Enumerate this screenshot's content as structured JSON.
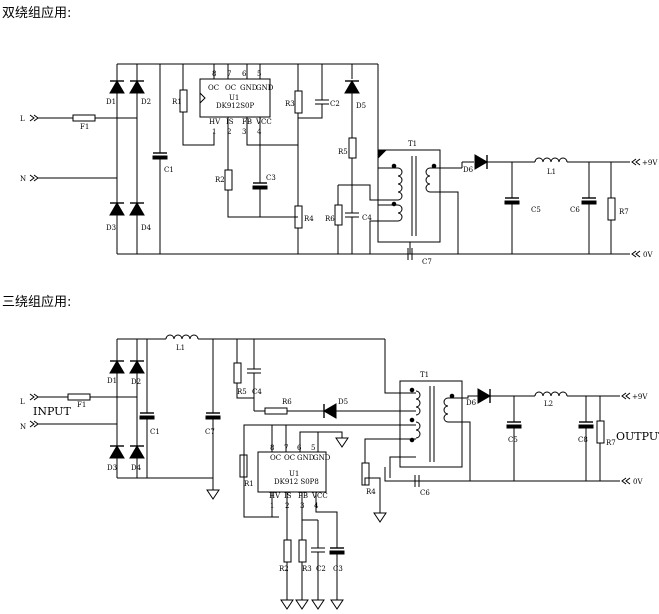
{
  "headings": {
    "double_winding": "双绕组应用:",
    "triple_winding": "三绕组应用:"
  },
  "circuit1": {
    "ports": {
      "l": "L",
      "n": "N",
      "out_pos": "+9V",
      "out_neg": "0V"
    },
    "fuse": "F1",
    "diodes": {
      "d1": "D1",
      "d2": "D2",
      "d3": "D3",
      "d4": "D4",
      "d5": "D5",
      "d6": "D6"
    },
    "caps": {
      "c1": "C1",
      "c2": "C2",
      "c3": "C3",
      "c4": "C4",
      "c5": "C5",
      "c6": "C6",
      "c7": "C7"
    },
    "resistors": {
      "r1": "R1",
      "r2": "R2",
      "r3": "R3",
      "r4": "R4",
      "r5": "R5",
      "r6": "R6",
      "r7": "R7"
    },
    "inductor": "L1",
    "transformer": "T1",
    "ic": {
      "designator": "U1",
      "part": "DK912S0P",
      "pins_top": [
        "OC",
        "OC",
        "GND",
        "GND"
      ],
      "pins_top_nums": [
        "8",
        "7",
        "6",
        "5"
      ],
      "pins_bottom": [
        "HV",
        "IS",
        "FB",
        "VCC"
      ],
      "pins_bottom_nums": [
        "1",
        "2",
        "3",
        "4"
      ]
    }
  },
  "circuit2": {
    "ports": {
      "l": "L",
      "n": "N",
      "out_pos": "+9V",
      "out_neg": "0V",
      "input": "INPUT",
      "output": "OUTPUT"
    },
    "fuse": "F1",
    "diodes": {
      "d1": "D1",
      "d2": "D2",
      "d3": "D3",
      "d4": "D4",
      "d5": "D5",
      "d6": "D6"
    },
    "caps": {
      "c1": "C1",
      "c2": "C2",
      "c3": "C3",
      "c4": "C4",
      "c5": "C5",
      "c6": "C6",
      "c7": "C7",
      "c8": "C8"
    },
    "resistors": {
      "r1": "R1",
      "r2": "R2",
      "r3": "R3",
      "r4": "R4",
      "r5": "R5",
      "r6": "R6",
      "r7": "R7"
    },
    "inductors": {
      "l1": "L1",
      "l2": "L2"
    },
    "transformer": "T1",
    "ic": {
      "designator": "U1",
      "part": "DK912 S0P8",
      "pins_top": [
        "OC",
        "OC",
        "GND",
        "GND"
      ],
      "pins_top_nums": [
        "8",
        "7",
        "6",
        "5"
      ],
      "pins_bottom": [
        "HV",
        "IS",
        "FB",
        "VCC"
      ],
      "pins_bottom_nums": [
        "1",
        "2",
        "3",
        "4"
      ]
    }
  },
  "colors": {
    "ink": "#000000",
    "paper": "#ffffff"
  }
}
